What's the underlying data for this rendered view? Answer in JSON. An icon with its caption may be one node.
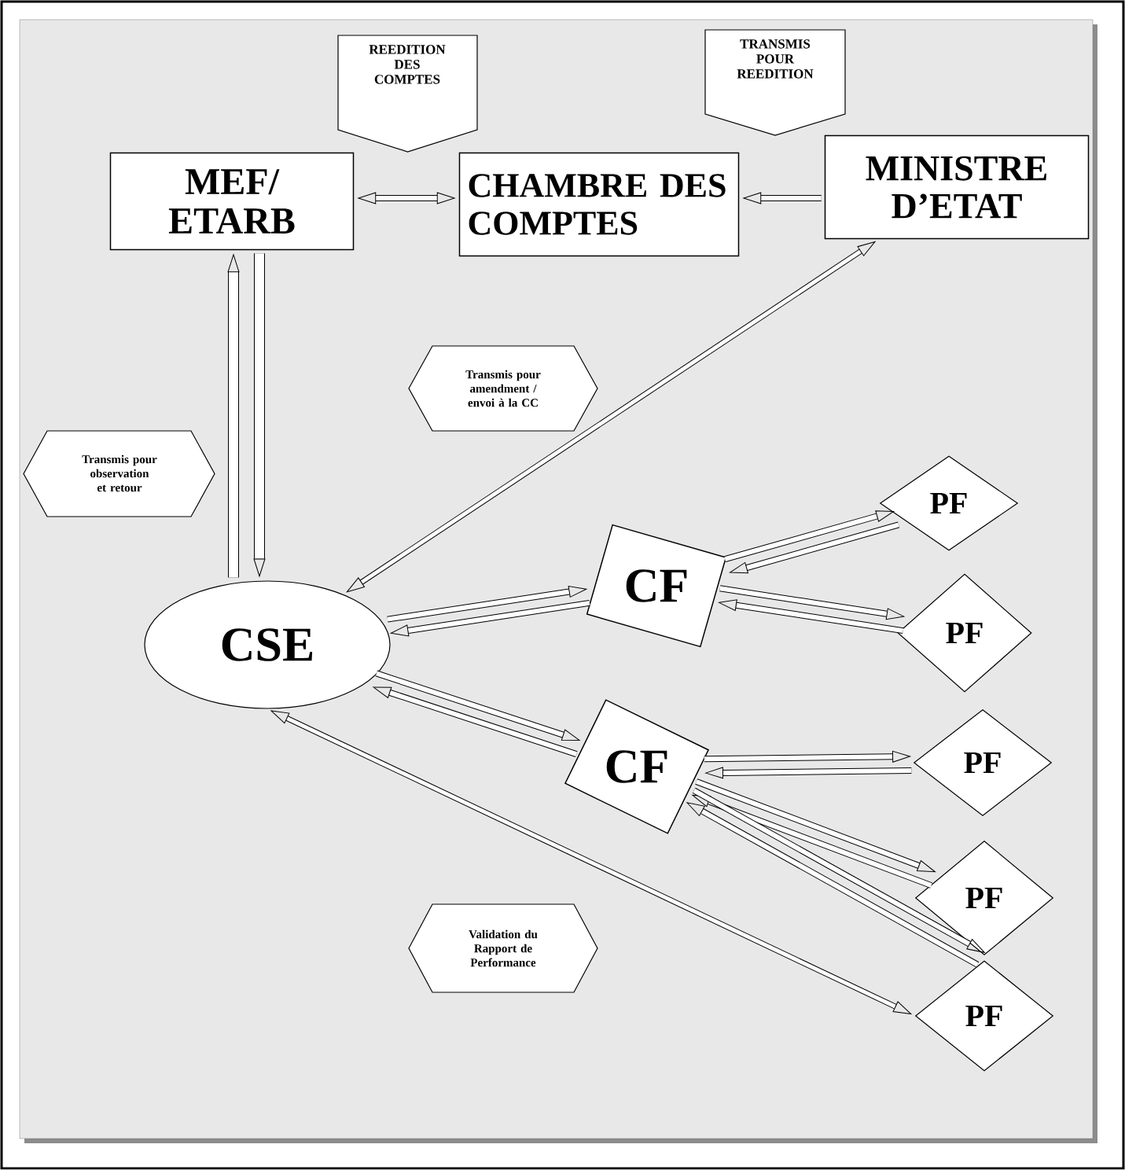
{
  "diagram": {
    "nodes": [
      {
        "text": [
          "REEDITION DES COMPTES"
        ]
      },
      {
        "text": [
          "TRANSMIS POUR REEDITION"
        ]
      },
      {
        "text": [
          "MEF/ ETARB"
        ]
      },
      {
        "text": [
          "CHAMBRE DES COMPTES"
        ]
      },
      {
        "text": [
          "MINISTRE D’ETAT"
        ]
      },
      {
        "text": [
          "Transmis pour amendment / envoi à la CC"
        ]
      },
      {
        "text": [
          "Transmis pour observation et retour"
        ]
      },
      {
        "text": [
          "PF"
        ]
      },
      {
        "text": [
          "CF"
        ]
      },
      {
        "text": [
          "PF"
        ]
      },
      {
        "text": [
          "CSE"
        ]
      },
      {
        "text": [
          "CF"
        ]
      },
      {
        "text": [
          "PF"
        ]
      },
      {
        "text": [
          "PF"
        ]
      },
      {
        "text": [
          "Validation du Rapport de Performance"
        ]
      },
      {
        "text": [
          "PF"
        ]
      }
    ],
    "edges": [
      {
        "from": 2,
        "to": 3,
        "arrow": "both"
      },
      {
        "from": 4,
        "to": 3,
        "arrow": "to"
      },
      {
        "from": 10,
        "to": 2,
        "arrow": "to"
      },
      {
        "from": 2,
        "to": 10,
        "arrow": "to"
      },
      {
        "from": 10,
        "to": 4,
        "arrow": "both"
      },
      {
        "from": 10,
        "to": 8,
        "arrow": "to"
      },
      {
        "from": 8,
        "to": 10,
        "arrow": "to"
      },
      {
        "from": 8,
        "to": 7,
        "arrow": "to"
      },
      {
        "from": 7,
        "to": 8,
        "arrow": "to"
      },
      {
        "from": 8,
        "to": 9,
        "arrow": "to"
      },
      {
        "from": 9,
        "to": 8,
        "arrow": "to"
      },
      {
        "from": 10,
        "to": 11,
        "arrow": "to"
      },
      {
        "from": 11,
        "to": 10,
        "arrow": "to"
      },
      {
        "from": 11,
        "to": 12,
        "arrow": "to"
      },
      {
        "from": 12,
        "to": 11,
        "arrow": "to"
      },
      {
        "from": 11,
        "to": 13,
        "arrow": "to"
      },
      {
        "from": 13,
        "to": 11,
        "arrow": "to"
      },
      {
        "from": 11,
        "to": 15,
        "arrow": "to"
      },
      {
        "from": 15,
        "to": 11,
        "arrow": "to"
      },
      {
        "from": 10,
        "to": 15,
        "arrow": "both"
      }
    ]
  }
}
